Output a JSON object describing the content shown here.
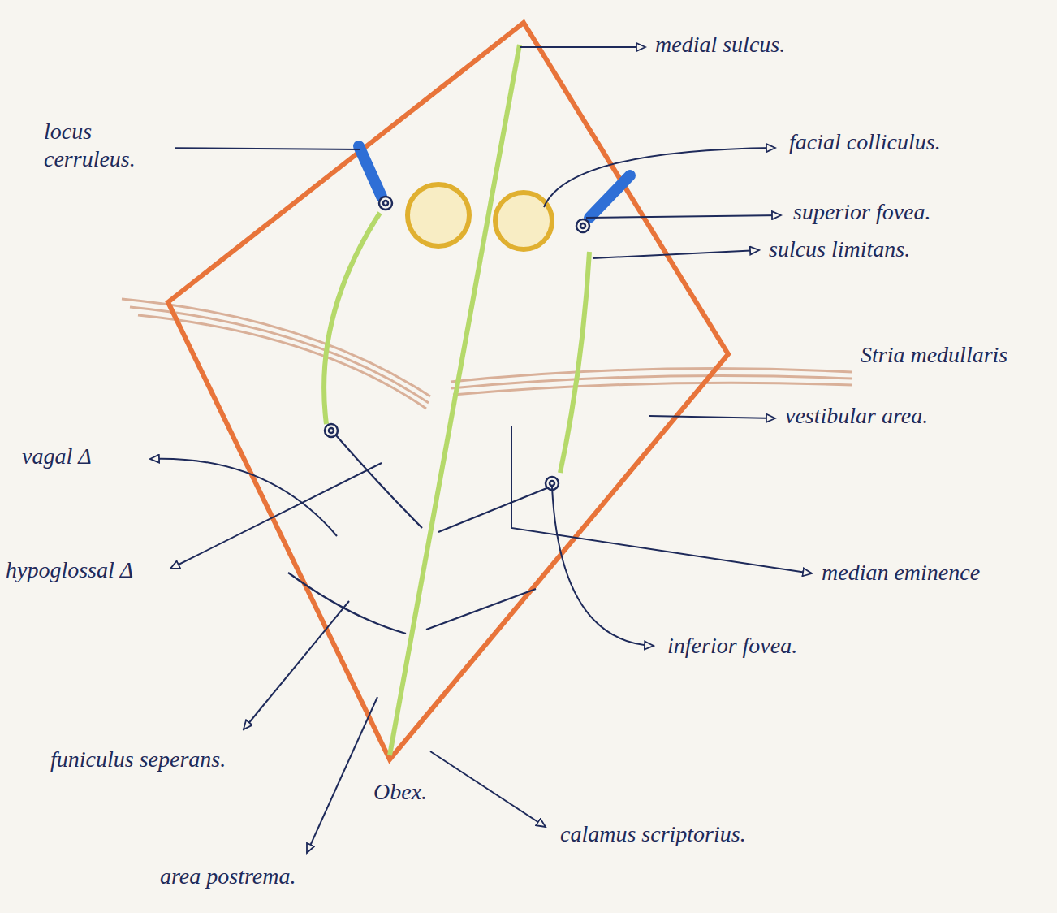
{
  "diagram": {
    "labels": [
      "medial sulcus.",
      "locus cerruleus.",
      "facial colliculus.",
      "superior fovea.",
      "sulcus limitans.",
      "Stria medullaris",
      "vestibular area.",
      "vagal Δ",
      "hypoglossal Δ",
      "median eminence",
      "inferior fovea.",
      "funiculus seperans.",
      "Obex.",
      "area postrema.",
      "calamus scriptorius."
    ]
  }
}
